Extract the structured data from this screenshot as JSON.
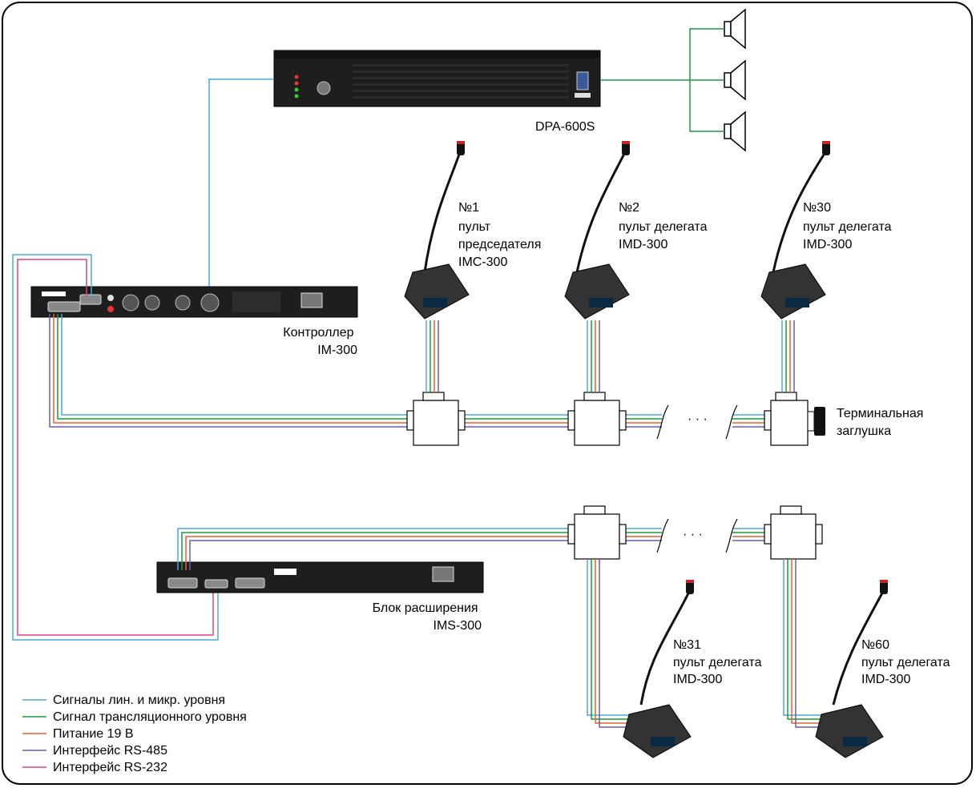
{
  "colors": {
    "line_mic": "#4aa8dc",
    "broadcast": "#1a9a3a",
    "power": "#e8622a",
    "rs485": "#6c5aa8",
    "rs232": "#e0407a",
    "device": "#1c1c1c",
    "frame": "#000000"
  },
  "labels": {
    "amplifier": "DPA-600S",
    "chair": [
      "№1",
      "пульт",
      "председателя",
      "IMC-300"
    ],
    "delegate2": [
      "№2",
      "пульт делегата",
      "IMD-300"
    ],
    "delegate30": [
      "№30",
      "пульт делегата",
      "IMD-300"
    ],
    "controller": [
      "Контроллер",
      "IM-300"
    ],
    "terminator": [
      "Терминальная",
      "заглушка"
    ],
    "expansion": [
      "Блок расширения",
      "IMS-300"
    ],
    "delegate31": [
      "№31",
      "пульт делегата",
      "IMD-300"
    ],
    "delegate60": [
      "№60",
      "пульт делегата",
      "IMD-300"
    ],
    "ellipsis": "· · ·"
  },
  "legend": [
    {
      "label": "Сигналы лин. и микр. уровня",
      "color": "#4aa8dc"
    },
    {
      "label": "Сигнал трансляционного уровня",
      "color": "#1a9a3a"
    },
    {
      "label": "Питание 19 В",
      "color": "#e8622a"
    },
    {
      "label": "Интерфейс RS-485",
      "color": "#6c5aa8"
    },
    {
      "label": "Интерфейс RS-232",
      "color": "#e0407a"
    }
  ]
}
